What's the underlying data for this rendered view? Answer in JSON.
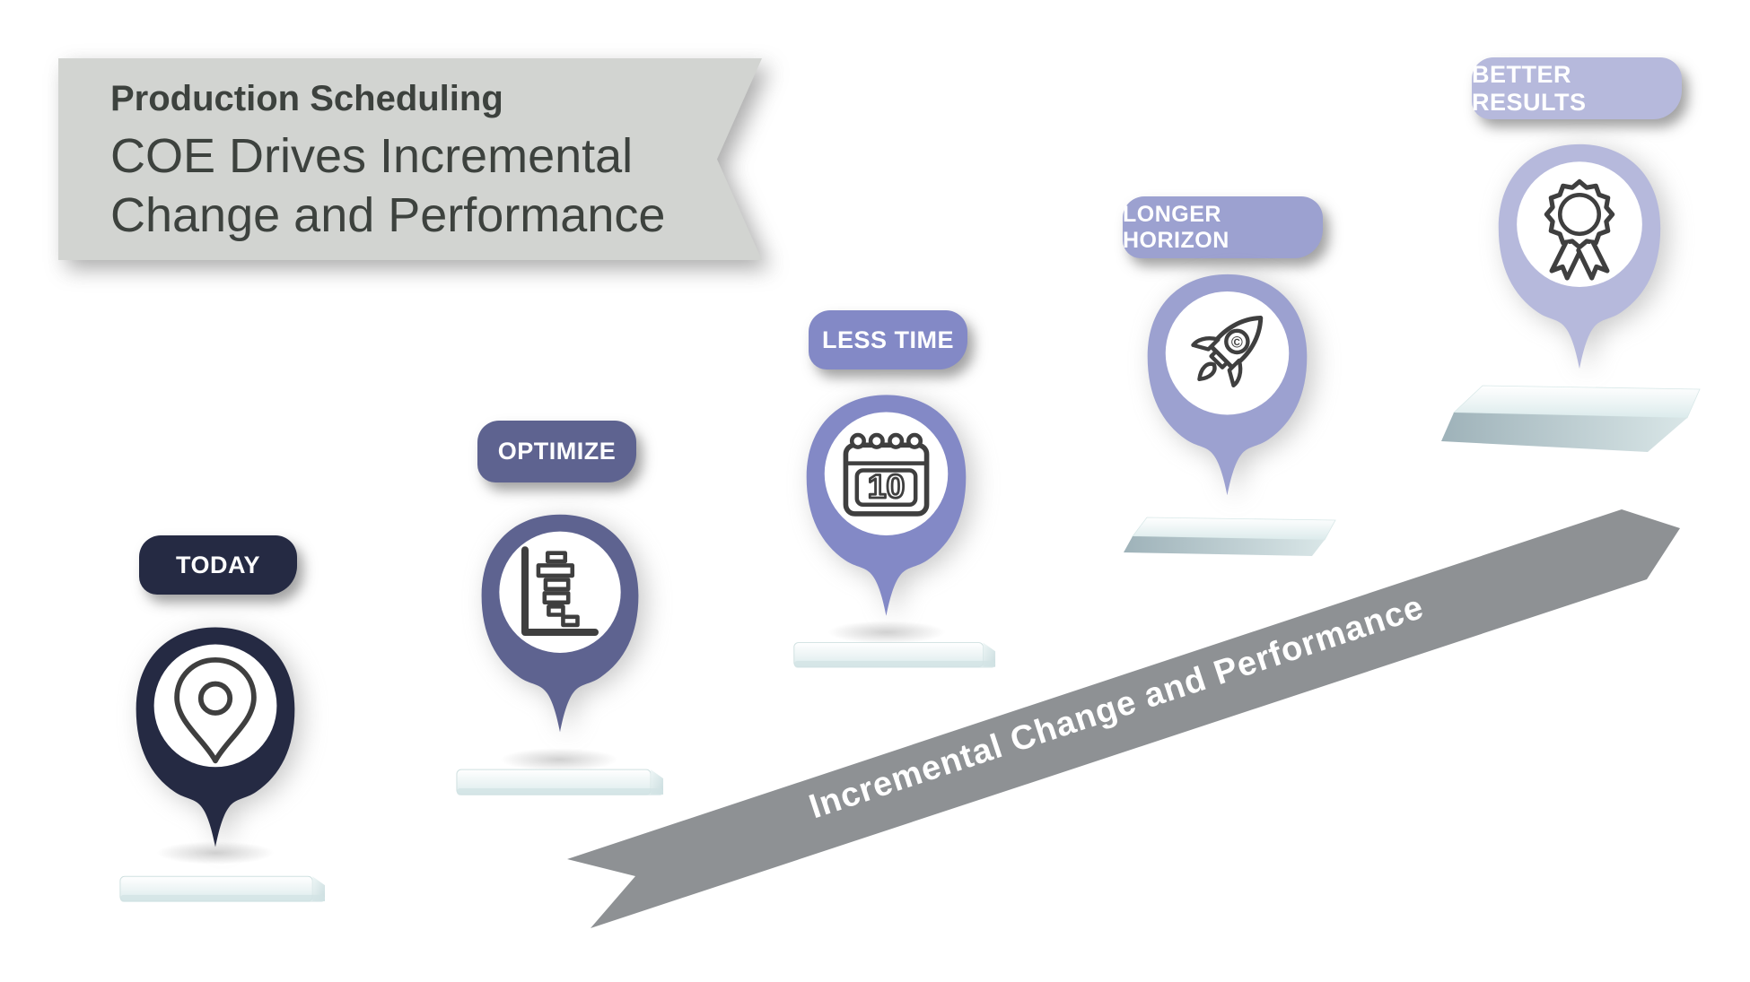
{
  "slide": {
    "background": "#ffffff"
  },
  "title_banner": {
    "eyebrow": "Production Scheduling",
    "line1": "COE Drives Incremental",
    "line2": "Change and Performance",
    "bg_color": "#d2d4d1",
    "text_color": "#3d423e"
  },
  "arrow_banner": {
    "label": "Incremental Change and Performance",
    "color": "#8e9194",
    "text_color": "#ffffff"
  },
  "steps": [
    {
      "label": "TODAY",
      "color": "#252a43",
      "icon": "location-pin-icon"
    },
    {
      "label": "OPTIMIZE",
      "color": "#5e6390",
      "icon": "gantt-chart-icon"
    },
    {
      "label": "LESS TIME",
      "color": "#8389c6",
      "icon": "calendar-icon",
      "icon_text": "10"
    },
    {
      "label": "LONGER HORIZON",
      "color": "#9ca1d0",
      "icon": "rocket-icon",
      "icon_text": "©"
    },
    {
      "label": "BETTER RESULTS",
      "color": "#b6b9dc",
      "icon": "award-ribbon-icon"
    }
  ]
}
